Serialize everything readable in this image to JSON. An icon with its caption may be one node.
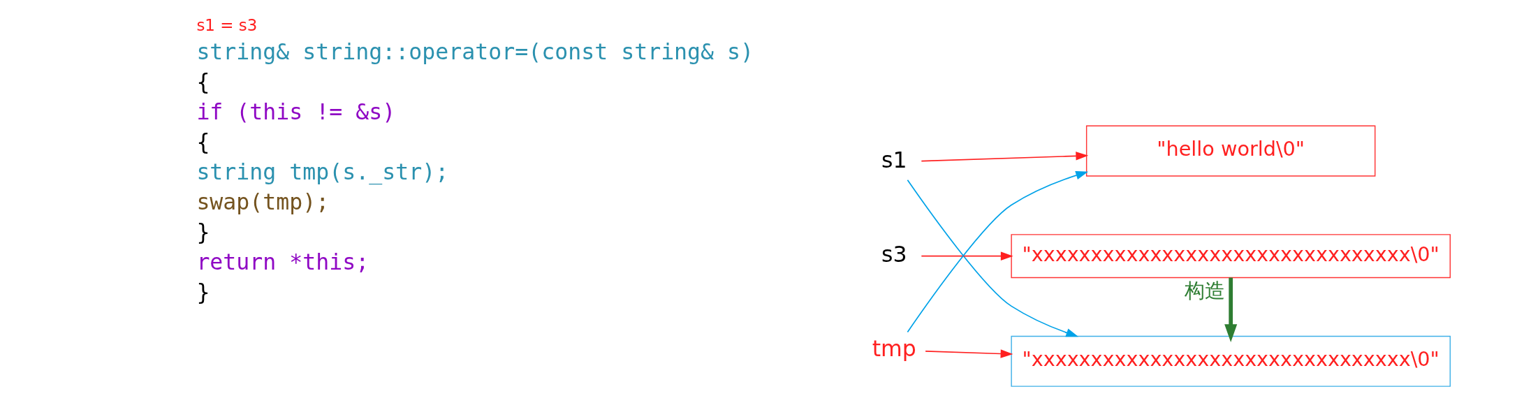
{
  "diagram": {
    "nodes": [
      {
        "text": [
          "s1"
        ]
      },
      {
        "text": [
          "\"hello world\\0\""
        ]
      },
      {
        "text": [
          "s3"
        ]
      },
      {
        "text": [
          "\"xxxxxxxxxxxxxxxxxxxxxxxxxxxxxxxx\\0\""
        ]
      },
      {
        "text": [
          "tmp"
        ]
      },
      {
        "text": [
          "\"xxxxxxxxxxxxxxxxxxxxxxxxxxxxxxxx\\0\""
        ]
      }
    ],
    "edges": [
      {
        "from": 0,
        "to": 1,
        "arrow": "to"
      },
      {
        "from": 2,
        "to": 3,
        "arrow": "to"
      },
      {
        "from": 4,
        "to": 5,
        "arrow": "to"
      },
      {
        "from": 0,
        "to": 5,
        "arrow": "to",
        "color": "#00a2e8"
      },
      {
        "from": 4,
        "to": 1,
        "arrow": "to",
        "color": "#00a2e8"
      },
      {
        "from": 3,
        "to": 5,
        "arrow": "to",
        "label": "构造",
        "style": "thick",
        "color": "#2e7d32"
      }
    ],
    "labels": [
      "s1 = s3",
      "string& string::operator=(const string& s)",
      "{",
      "if (this != &s)",
      "{",
      "string tmp(s._str);",
      "swap(tmp);",
      "}",
      "return *this;",
      "}"
    ]
  }
}
